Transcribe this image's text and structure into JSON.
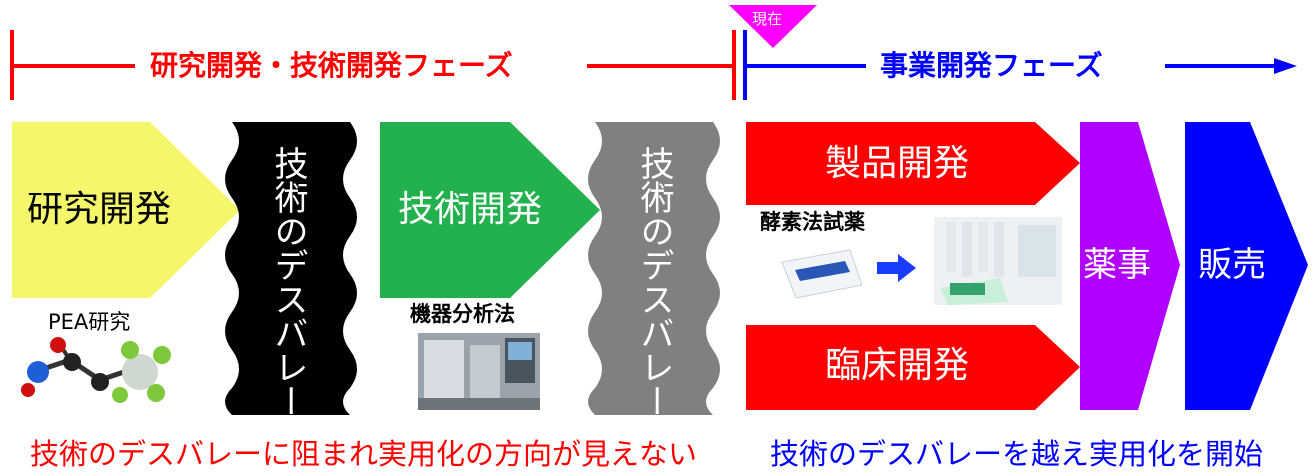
{
  "now_marker": {
    "label": "現在",
    "color": "#ff00ff"
  },
  "phases": {
    "rd": {
      "label": "研究開発・技術開発フェーズ",
      "color": "#ff0000"
    },
    "biz": {
      "label": "事業開発フェーズ",
      "color": "#0000ff"
    }
  },
  "stages": {
    "research": {
      "label": "研究開発",
      "color": "#f5f76a"
    },
    "valley1": {
      "label": "技術のデスバレー",
      "color": "#000000"
    },
    "tech_dev": {
      "label": "技術開発",
      "color": "#22b14c"
    },
    "valley2": {
      "label": "技術のデスバレー",
      "color": "#808080"
    },
    "product_dev": {
      "label": "製品開発",
      "color": "#ff0000"
    },
    "clinical_dev": {
      "label": "臨床開発",
      "color": "#ff0000"
    },
    "regulatory": {
      "label": "薬事",
      "color": "#b000ff"
    },
    "sales": {
      "label": "販売",
      "color": "#0000ff"
    }
  },
  "captions": {
    "pea": "PEA研究",
    "instrument": "機器分析法",
    "enzyme": "酵素法試薬"
  },
  "footer": {
    "left": {
      "text": "技術のデスバレーに阻まれ実用化の方向が見えない",
      "color": "#ff0000"
    },
    "right": {
      "text": "技術のデスバレーを越え実用化を開始",
      "color": "#0000ff"
    }
  }
}
